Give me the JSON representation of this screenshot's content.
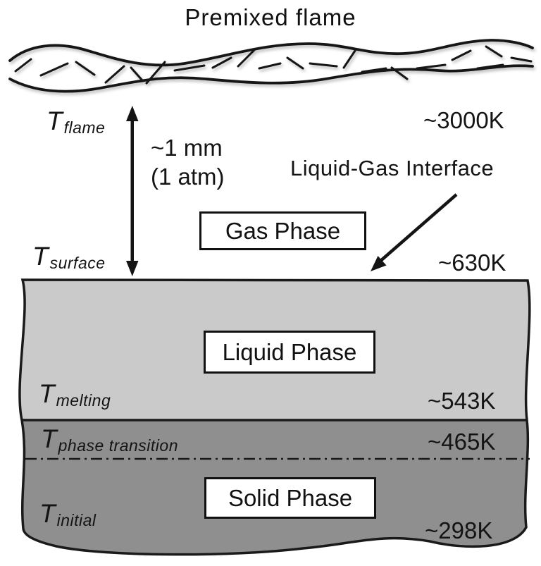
{
  "title": "Premixed flame",
  "annotations": {
    "standoff_distance": "~1 mm",
    "standoff_pressure": "(1 atm)",
    "interface_label": "Liquid-Gas Interface"
  },
  "phases": {
    "gas": "Gas Phase",
    "liquid": "Liquid Phase",
    "solid": "Solid Phase"
  },
  "temperatures": {
    "flame": {
      "symbol": "T",
      "subscript": "flame",
      "value": "~3000K"
    },
    "surface": {
      "symbol": "T",
      "subscript": "surface",
      "value": "~630K"
    },
    "melting": {
      "symbol": "T",
      "subscript": "melting",
      "value": "~543K"
    },
    "phase_transition": {
      "symbol": "T",
      "subscript": "phase transition",
      "value": "~465K"
    },
    "initial": {
      "symbol": "T",
      "subscript": "initial",
      "value": "~298K"
    }
  },
  "colors": {
    "liquid_phase_fill": "#cacaca",
    "solid_phase_fill": "#8f8f8f",
    "line": "#1a1a1a",
    "background": "#ffffff"
  }
}
